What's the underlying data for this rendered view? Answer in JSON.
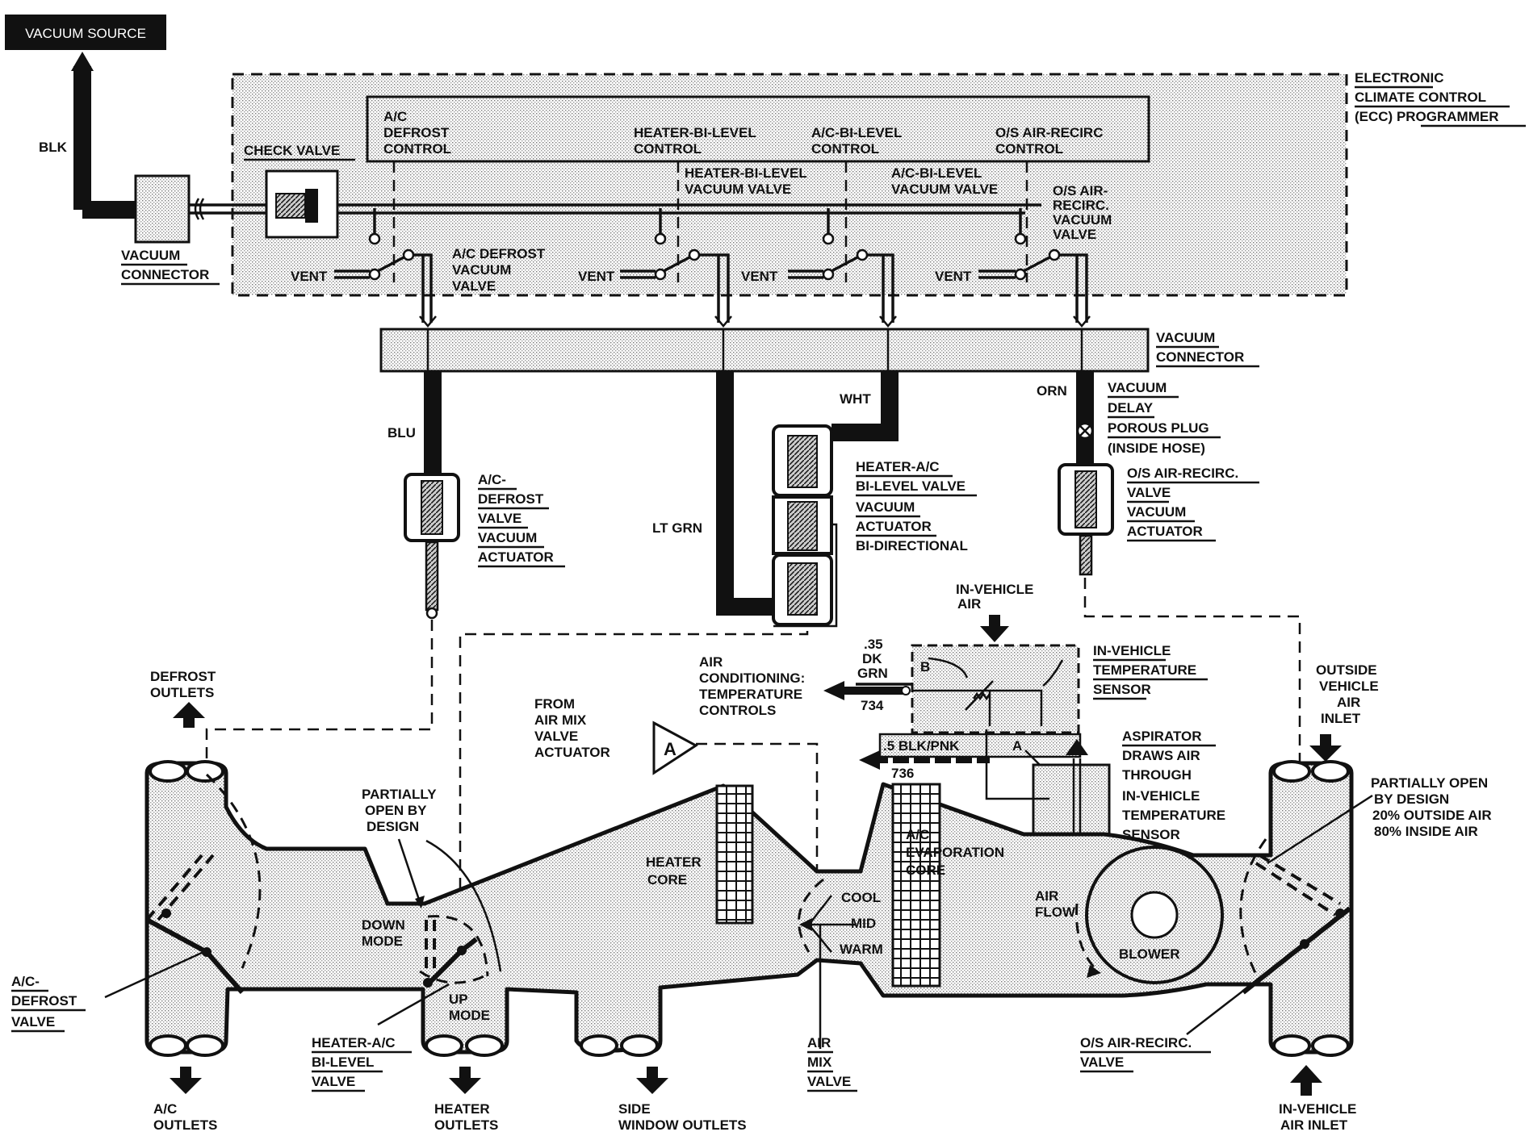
{
  "labels": {
    "vacuum_source": "VACUUM SOURCE",
    "blk": "BLK",
    "ecc_1": "ELECTRONIC",
    "ecc_2": "CLIMATE CONTROL",
    "ecc_3": "(ECC) PROGRAMMER",
    "ac_defrost_control_1": "A/C",
    "ac_defrost_control_2": "DEFROST",
    "ac_defrost_control_3": "CONTROL",
    "heater_bilevel_control_1": "HEATER-BI-LEVEL",
    "heater_bilevel_control_2": "CONTROL",
    "ac_bilevel_control_1": "A/C-BI-LEVEL",
    "ac_bilevel_control_2": "CONTROL",
    "os_recirc_control_1": "O/S AIR-RECIRC",
    "os_recirc_control_2": "CONTROL",
    "check_valve": "CHECK VALVE",
    "heater_bilevel_vv_1": "HEATER-BI-LEVEL",
    "heater_bilevel_vv_2": "VACUUM  VALVE",
    "ac_bilevel_vv_1": "A/C-BI-LEVEL",
    "ac_bilevel_vv_2": "VACUUM  VALVE",
    "os_recirc_vv_1": "O/S AIR-",
    "os_recirc_vv_2": "RECIRC.",
    "os_recirc_vv_3": "VACUUM",
    "os_recirc_vv_4": "VALVE",
    "vacuum_connector_left_1": "VACUUM",
    "vacuum_connector_left_2": "CONNECTOR",
    "vent": "VENT",
    "ac_defrost_vv_1": "A/C DEFROST",
    "ac_defrost_vv_2": "VACUUM",
    "ac_defrost_vv_3": "VALVE",
    "vacuum_connector_right_1": "VACUUM",
    "vacuum_connector_right_2": "CONNECTOR",
    "wht": "WHT",
    "orn": "ORN",
    "blu": "BLU",
    "lt_grn": "LT GRN",
    "delay_plug_1": "VACUUM",
    "delay_plug_2": "DELAY",
    "delay_plug_3": "POROUS PLUG",
    "delay_plug_4": "(INSIDE HOSE)",
    "ac_defrost_act_1": "A/C-",
    "ac_defrost_act_2": "DEFROST",
    "ac_defrost_act_3": "VALVE",
    "ac_defrost_act_4": "VACUUM",
    "ac_defrost_act_5": "ACTUATOR",
    "heater_ac_act_1": "HEATER-A/C",
    "heater_ac_act_2": "BI-LEVEL VALVE",
    "heater_ac_act_3": "VACUUM",
    "heater_ac_act_4": "ACTUATOR",
    "heater_ac_act_5": "BI-DIRECTIONAL",
    "os_recirc_act_1": "O/S AIR-RECIRC.",
    "os_recirc_act_2": "VALVE",
    "os_recirc_act_3": "VACUUM",
    "os_recirc_act_4": "ACTUATOR",
    "in_vehicle_air_1": "IN-VEHICLE",
    "in_vehicle_air_2": "AIR",
    "w035_1": ".35",
    "w035_2": "DK",
    "w035_3": "GRN",
    "w734": "734",
    "ac_temp_1": "AIR",
    "ac_temp_2": "CONDITIONING:",
    "ac_temp_3": "TEMPERATURE",
    "ac_temp_4": "CONTROLS",
    "ivts_1": "IN-VEHICLE",
    "ivts_2": "TEMPERATURE",
    "ivts_3": "SENSOR",
    "b": "B",
    "a": "A",
    "w05": ".5 BLK/PNK",
    "w736": "736",
    "defrost_outlets_1": "DEFROST",
    "defrost_outlets_2": "OUTLETS",
    "from_airmix_1": "FROM",
    "from_airmix_2": "AIR MIX",
    "from_airmix_3": "VALVE",
    "from_airmix_4": "ACTUATOR",
    "triangle_a": "A",
    "aspirator_1": "ASPIRATOR",
    "aspirator_2": "DRAWS AIR",
    "aspirator_3": "THROUGH",
    "aspirator_4": "IN-VEHICLE",
    "aspirator_5": "TEMPERATURE",
    "aspirator_6": "SENSOR",
    "outside_inlet_1": "OUTSIDE",
    "outside_inlet_2": "VEHICLE",
    "outside_inlet_3": "AIR",
    "outside_inlet_4": "INLET",
    "partially_left_1": "PARTIALLY",
    "partially_left_2": "OPEN BY",
    "partially_left_3": "DESIGN",
    "partially_right_1": "PARTIALLY OPEN",
    "partially_right_2": "BY DESIGN",
    "partially_right_3": "20% OUTSIDE AIR",
    "partially_right_4": "80% INSIDE AIR",
    "heater_core_1": "HEATER",
    "heater_core_2": "CORE",
    "evap_1": "A/C",
    "evap_2": "EVAPORATION",
    "evap_3": "CORE",
    "cool": "COOL",
    "mid": "MID",
    "warm": "WARM",
    "air_flow_1": "AIR",
    "air_flow_2": "FLOW",
    "blower": "BLOWER",
    "down_mode_1": "DOWN",
    "down_mode_2": "MODE",
    "up_mode_1": "UP",
    "up_mode_2": "MODE",
    "ac_defrost_valve_1": "A/C-",
    "ac_defrost_valve_2": "DEFROST",
    "ac_defrost_valve_3": "VALVE",
    "heater_ac_valve_1": "HEATER-A/C",
    "heater_ac_valve_2": "BI-LEVEL",
    "heater_ac_valve_3": "VALVE",
    "air_mix_1": "AIR",
    "air_mix_2": "MIX",
    "air_mix_3": "VALVE",
    "os_recirc_valve_1": "O/S AIR-RECIRC.",
    "os_recirc_valve_2": "VALVE",
    "ac_outlets_1": "A/C",
    "ac_outlets_2": "OUTLETS",
    "heater_outlets_1": "HEATER",
    "heater_outlets_2": "OUTLETS",
    "side_window_1": "SIDE",
    "side_window_2": "WINDOW OUTLETS",
    "in_vehicle_inlet_1": "IN-VEHICLE",
    "in_vehicle_inlet_2": "AIR INLET"
  }
}
